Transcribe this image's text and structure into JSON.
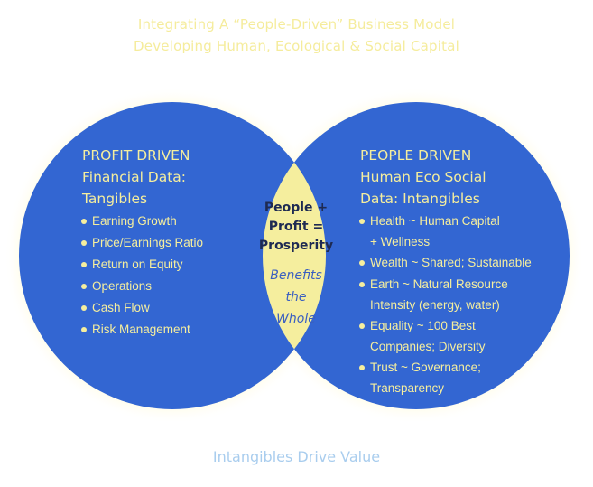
{
  "title": {
    "line1": "Integrating A “People-Driven” Business Model",
    "line2": "Developing Human, Ecological & Social Capital"
  },
  "colors": {
    "circle_fill": "#3366d2",
    "intersection_fill": "#f5ee9e",
    "title_text": "#f5ec9c",
    "circle_text": "#f5ee9e",
    "center_equation_text": "#1e2a52",
    "center_benefit_text": "#3a5fc0",
    "footer_text": "#a9cdee",
    "glow": "#fffbe0"
  },
  "left_circle": {
    "heading_line1": "PROFIT DRIVEN",
    "heading_line2": "Financial Data:",
    "heading_line3": "Tangibles",
    "items": [
      {
        "text": "Earning Growth"
      },
      {
        "text": "Price/Earnings Ratio"
      },
      {
        "text": "Return on Equity"
      },
      {
        "text": "Operations"
      },
      {
        "text": "Cash Flow"
      },
      {
        "text": "Risk Management"
      }
    ]
  },
  "right_circle": {
    "heading_line1": "PEOPLE DRIVEN",
    "heading_line2": "Human Eco Social",
    "heading_line3": "Data: Intangibles",
    "items": [
      {
        "text": "Health ~ Human Capital",
        "cont": "+ Wellness"
      },
      {
        "text": "Wealth ~ Shared; Sustainable",
        "cont": ""
      },
      {
        "text": "Earth ~ Natural Resource",
        "cont": "Intensity (energy, water)"
      },
      {
        "text": "Equality ~ 100 Best",
        "cont": "Companies; Diversity"
      },
      {
        "text": "Trust ~ Governance;",
        "cont": "Transparency"
      }
    ]
  },
  "intersection": {
    "eq_line1": "People +",
    "eq_line2": "Profit =",
    "eq_line3": "Prosperity",
    "benefit_line1": "Benefits",
    "benefit_line2": "the",
    "benefit_line3": "Whole"
  },
  "footer": {
    "text": "Intangibles Drive Value"
  }
}
